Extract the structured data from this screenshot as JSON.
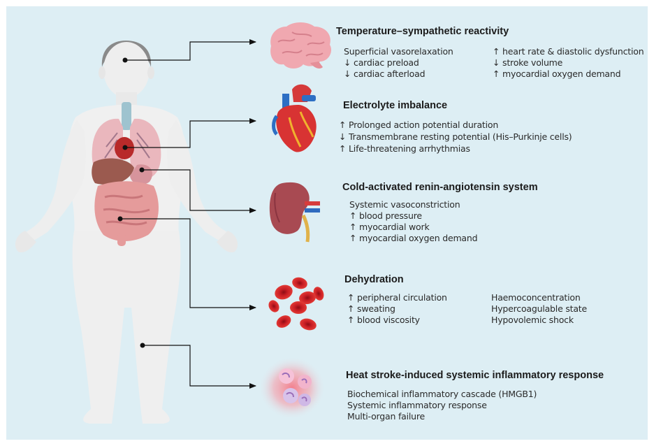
{
  "sections": [
    {
      "title": "Temperature–sympathetic reactivity",
      "col1": [
        "Superficial vasorelaxation",
        "↓ cardiac preload",
        "↓ cardiac afterload"
      ],
      "col2": [
        "↑ heart rate & diastolic dysfunction",
        "↓ stroke volume",
        "↑ myocardial oxygen demand"
      ]
    },
    {
      "title": "Electrolyte imbalance",
      "col1": [
        "↑ Prolonged action potential duration",
        "↓ Transmembrane resting potential (His–Purkinje cells)",
        "↑ Life-threatening arrhythmias"
      ]
    },
    {
      "title": "Cold-activated renin-angiotensin system",
      "col1": [
        "Systemic vasoconstriction",
        "↑ blood pressure",
        "↑ myocardial work",
        "↑ myocardial oxygen demand"
      ]
    },
    {
      "title": "Dehydration",
      "col1": [
        "↑ peripheral circulation",
        "↑ sweating",
        "↑  blood viscosity"
      ],
      "col2": [
        "Haemoconcentration",
        "Hypercoagulable state",
        "Hypovolemic shock"
      ]
    },
    {
      "title": "Heat stroke-induced systemic inflammatory response",
      "col1": [
        "Biochemical inflammatory cascade (HMGB1)",
        "Systemic inflammatory response",
        "Multi-organ failure"
      ]
    }
  ],
  "icons": [
    "body-icon",
    "brain-icon",
    "heart-icon",
    "kidney-icon",
    "red-blood-cells-icon",
    "inflammation-cells-icon"
  ]
}
